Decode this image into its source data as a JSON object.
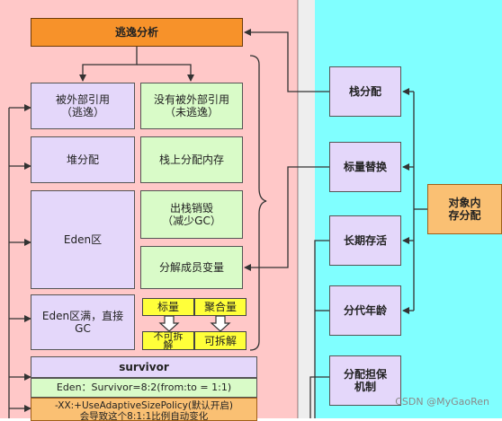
{
  "nodes": {
    "escape": "逃逸分析",
    "ext_ref": "被外部引用\n（逃逸）",
    "no_ext_ref": "没有被外部引用\n（未逃逸）",
    "heap_alloc": "堆分配",
    "stack_alloc_mem": "栈上分配内存",
    "eden": "Eden区",
    "pop_destroy": "出栈销毁\n（减少GC）",
    "eden_full": "Eden区满，直接\nGC",
    "decompose": "分解成员变量",
    "scalar": "标量",
    "aggregate": "聚合量",
    "indivisible": "不可拆\n解",
    "divisible": "可拆解",
    "survivor": "survivor",
    "survivor_ratio": "Eden：Survivor=8:2(from:to = 1:1)",
    "adaptive": "-XX:+UseAdaptiveSizePolicy(默认开启)\n会导致这个8:1:1比例自动变化",
    "stack_alloc": "栈分配",
    "scalar_replace": "标量替换",
    "long_lived": "长期存活",
    "gen_age": "分代年龄",
    "alloc_guarantee": "分配担保\n机制",
    "object_alloc": "对象内\n存分配"
  },
  "watermark": "CSDN @MyGaoRen",
  "colors": {
    "left_bg": "#ffc8c8",
    "right_bg": "#80ffff",
    "purple": "#e4d7fa",
    "green": "#d9fbc8",
    "yellow": "#ffff3a",
    "orange": "#f7922a",
    "orange_light": "#fac073"
  }
}
